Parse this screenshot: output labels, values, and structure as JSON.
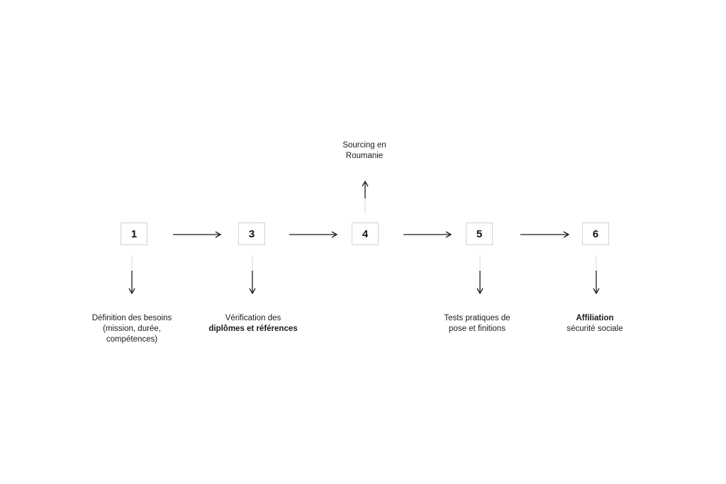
{
  "colors": {
    "box_border": "#d6d2c8",
    "arrow": "#1a1a1a",
    "connector_faint": "#e2e2e2"
  },
  "steps": [
    {
      "number": "1",
      "label_lines": [
        {
          "text": "Définition des besoins",
          "bold": false
        },
        {
          "text": "(mission, durée,",
          "bold": false
        },
        {
          "text": "compétences)",
          "bold": false
        }
      ]
    },
    {
      "number": "3",
      "label_lines": [
        {
          "text": "Vérification des",
          "bold": false
        },
        {
          "text": "diplômes et références",
          "bold": true
        }
      ]
    },
    {
      "number": "4",
      "label_lines": [
        {
          "text": "Sourcing en",
          "bold": false
        },
        {
          "text": "Roumanie",
          "bold": false
        }
      ]
    },
    {
      "number": "5",
      "label_lines": [
        {
          "text": "Tests pratiques de",
          "bold": false
        },
        {
          "text": "pose et finitions",
          "bold": false
        }
      ]
    },
    {
      "number": "6",
      "label_lines": [
        {
          "text": "Affiliation",
          "bold": true
        },
        {
          "text": "sécurité sociale",
          "bold": false
        }
      ]
    }
  ]
}
